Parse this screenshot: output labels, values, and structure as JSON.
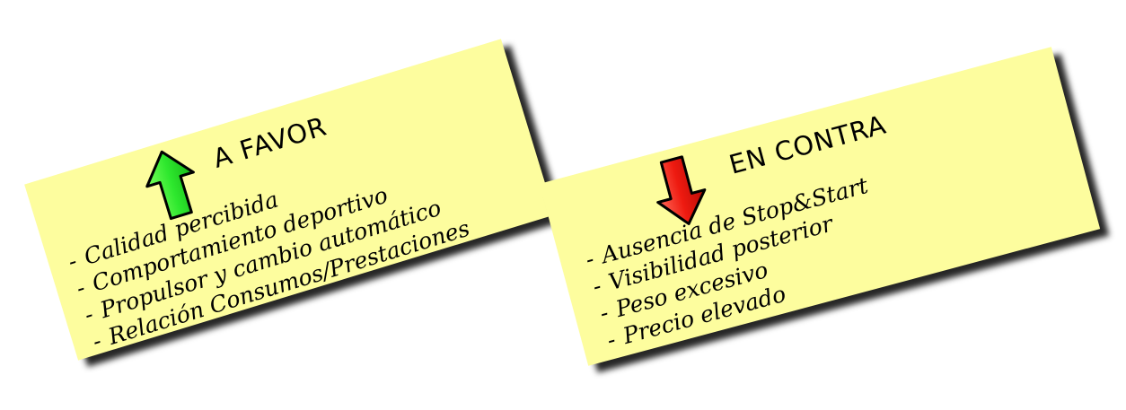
{
  "pros": {
    "heading": "A FAVOR",
    "arrow_icon": "arrow-up-icon",
    "arrow_color": "#22dd22",
    "items": [
      "Calidad percibida",
      "Comportamiento deportivo",
      "Propulsor y cambio automático",
      "Relación Consumos/Prestaciones"
    ]
  },
  "cons": {
    "heading": "EN CONTRA",
    "arrow_icon": "arrow-down-icon",
    "arrow_color": "#ee1111",
    "items": [
      "Ausencia de Stop&Start",
      "Visibilidad posterior",
      "Peso excesivo",
      "Precio elevado"
    ]
  },
  "note_color": "#fdfd9e",
  "item_prefix": "-"
}
